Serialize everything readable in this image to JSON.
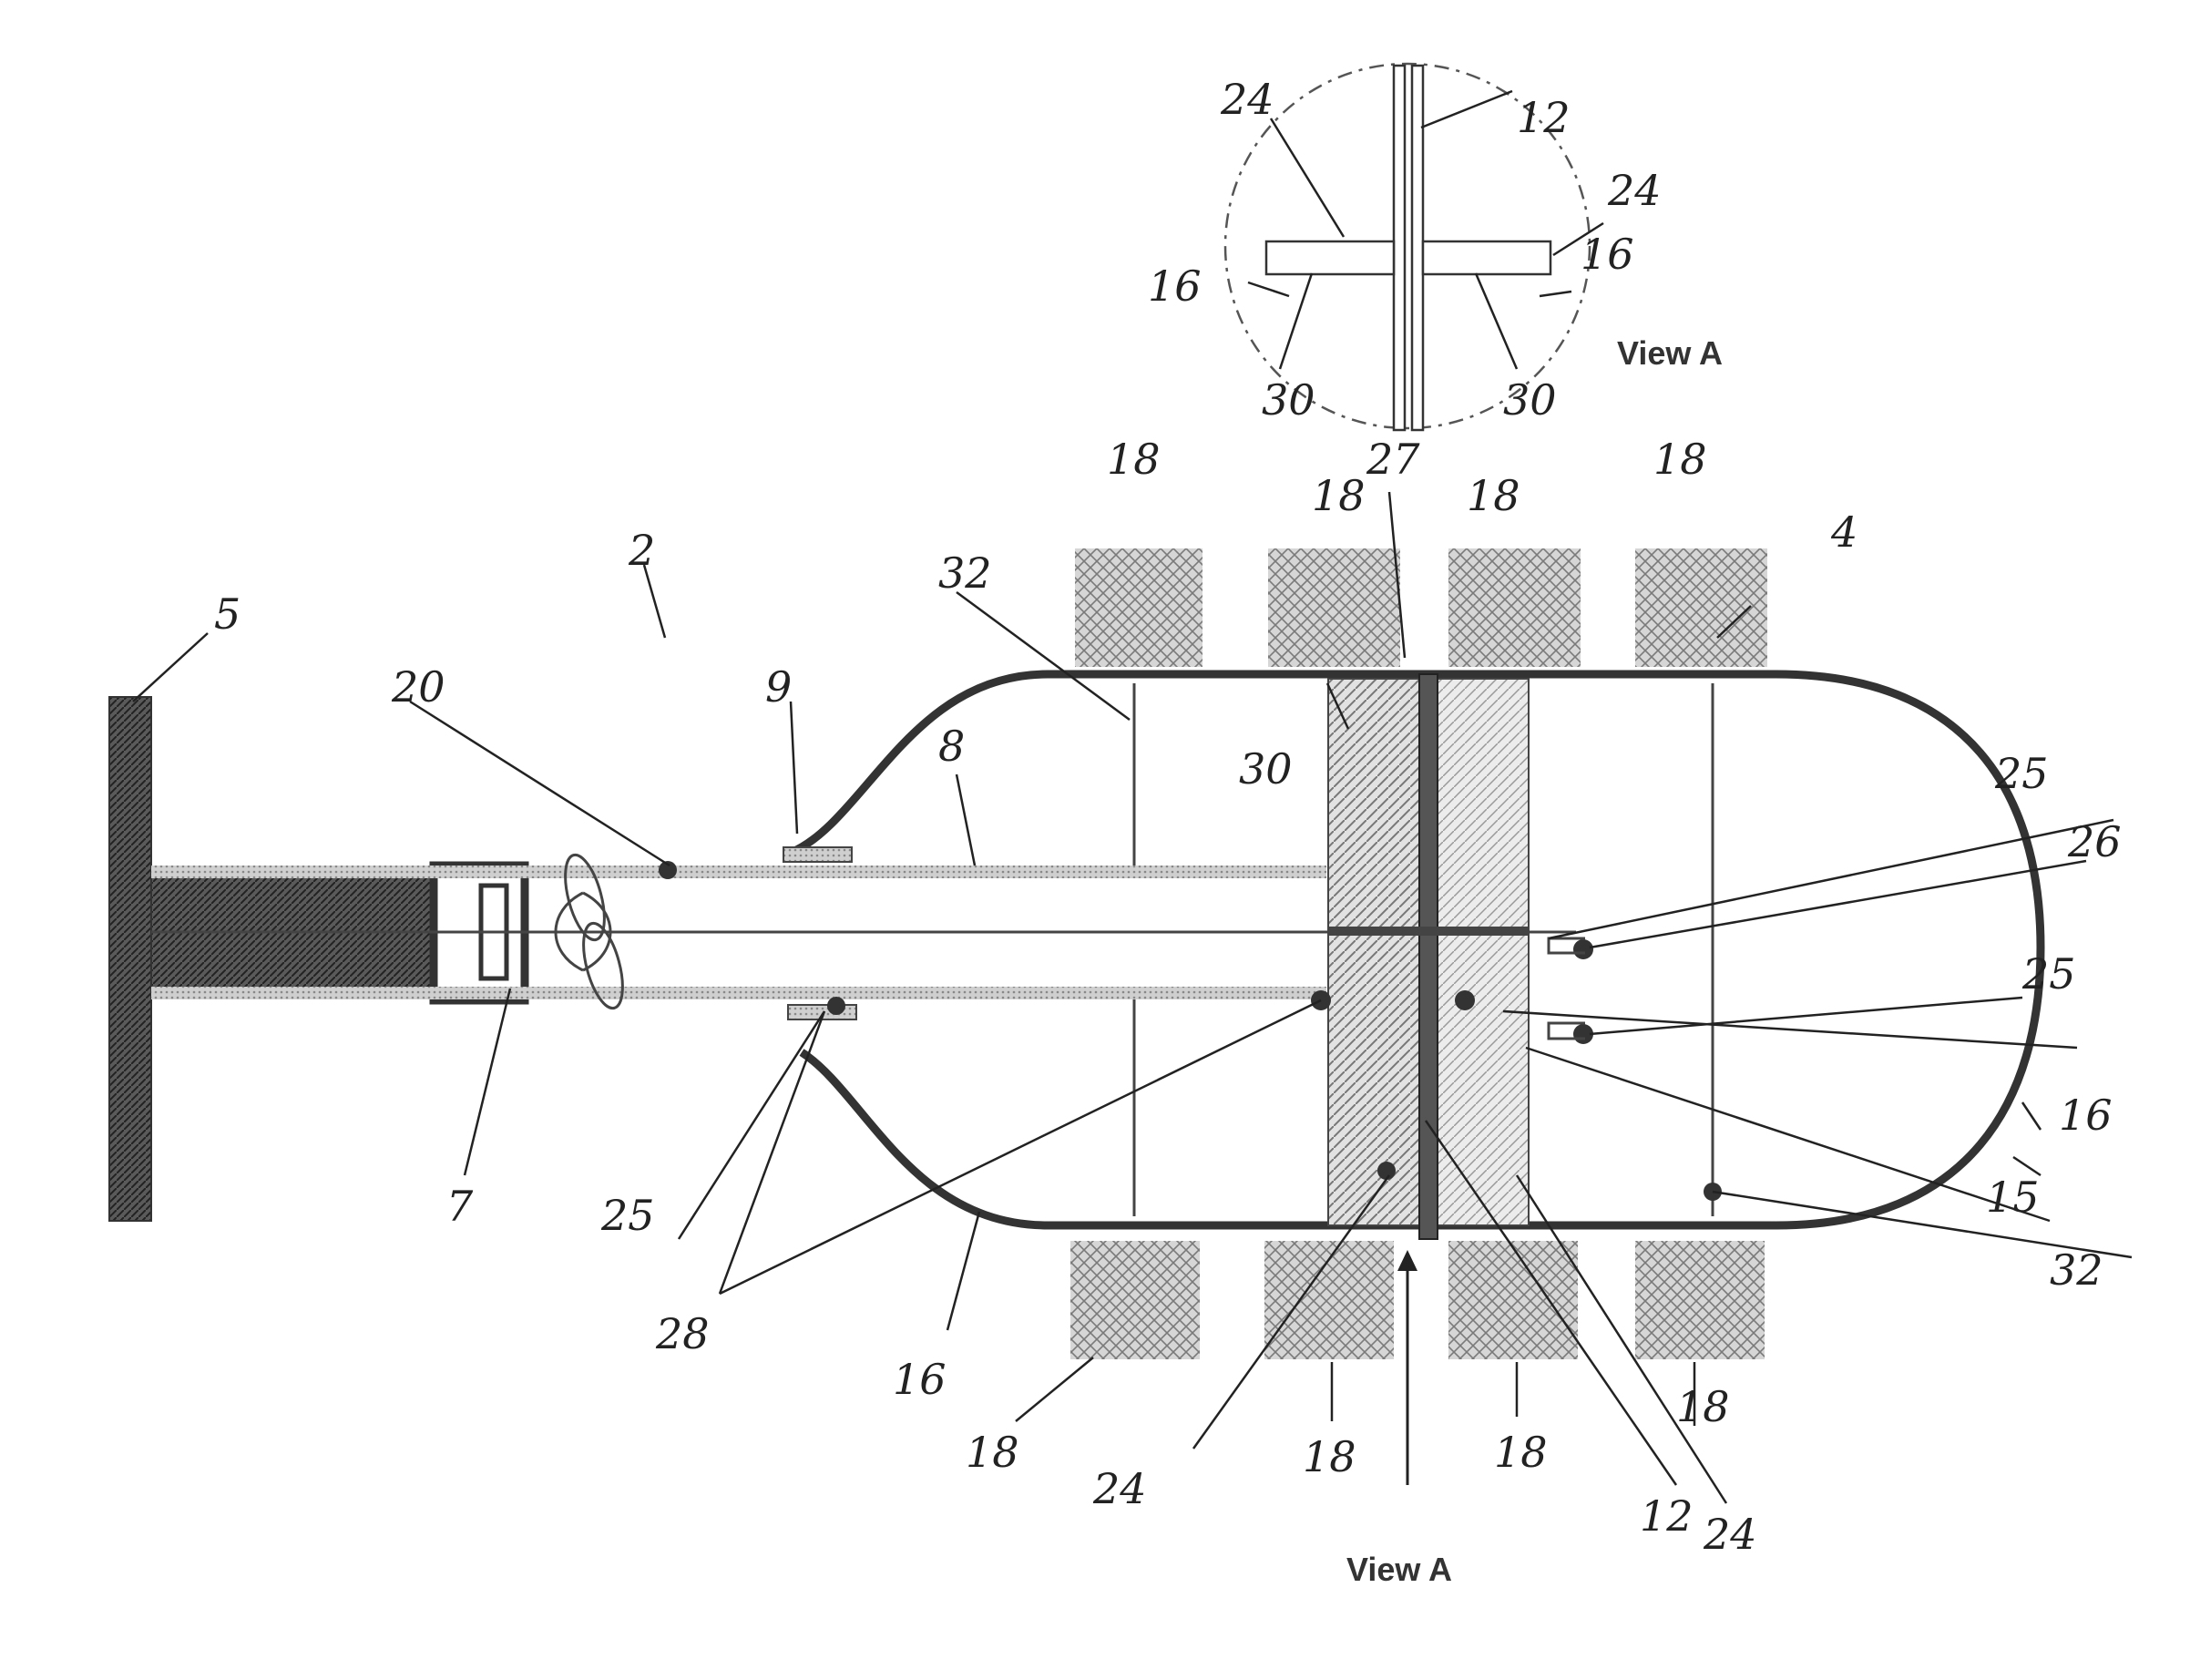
{
  "view_caption": "View A",
  "inset_caption": "View A",
  "labels": {
    "l_2": "2",
    "l_4": "4",
    "l_5": "5",
    "l_7": "7",
    "l_8": "8",
    "l_9": "9",
    "l_20": "20",
    "l_27": "27",
    "l_30": "30",
    "l_32_top": "32",
    "l_32_bot": "32",
    "l_25_left": "25",
    "l_25_right_top": "25",
    "l_25_right_bot": "25",
    "l_26": "26",
    "l_28": "28",
    "l_16_left": "16",
    "l_16_right": "16",
    "l_15": "15",
    "l_18_t1": "18",
    "l_18_t2": "18",
    "l_18_t3": "18",
    "l_18_t4": "18",
    "l_18_b1": "18",
    "l_18_b2": "18",
    "l_18_b3": "18",
    "l_18_b4": "18",
    "l_24_b1": "24",
    "l_24_b2": "24",
    "l_12_b": "12",
    "inset_24_a": "24",
    "inset_24_b": "24",
    "inset_12": "12",
    "inset_16_a": "16",
    "inset_16_b": "16",
    "inset_30_a": "30",
    "inset_30_b": "30"
  }
}
